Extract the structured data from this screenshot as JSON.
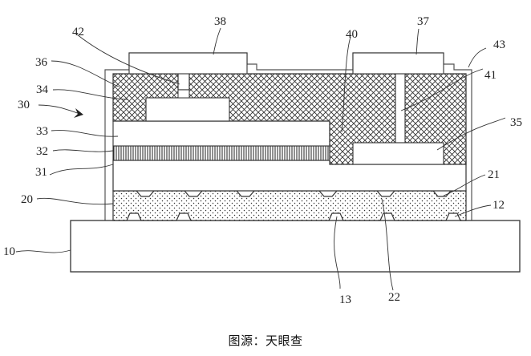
{
  "caption": "图源：天眼查",
  "labels": {
    "l10": "10",
    "l12": "12",
    "l13": "13",
    "l20": "20",
    "l21": "21",
    "l22": "22",
    "l30": "30",
    "l31": "31",
    "l32": "32",
    "l33": "33",
    "l34": "34",
    "l35": "35",
    "l36": "36",
    "l37": "37",
    "l38": "38",
    "l40": "40",
    "l41": "41",
    "l42": "42",
    "l43": "43"
  }
}
